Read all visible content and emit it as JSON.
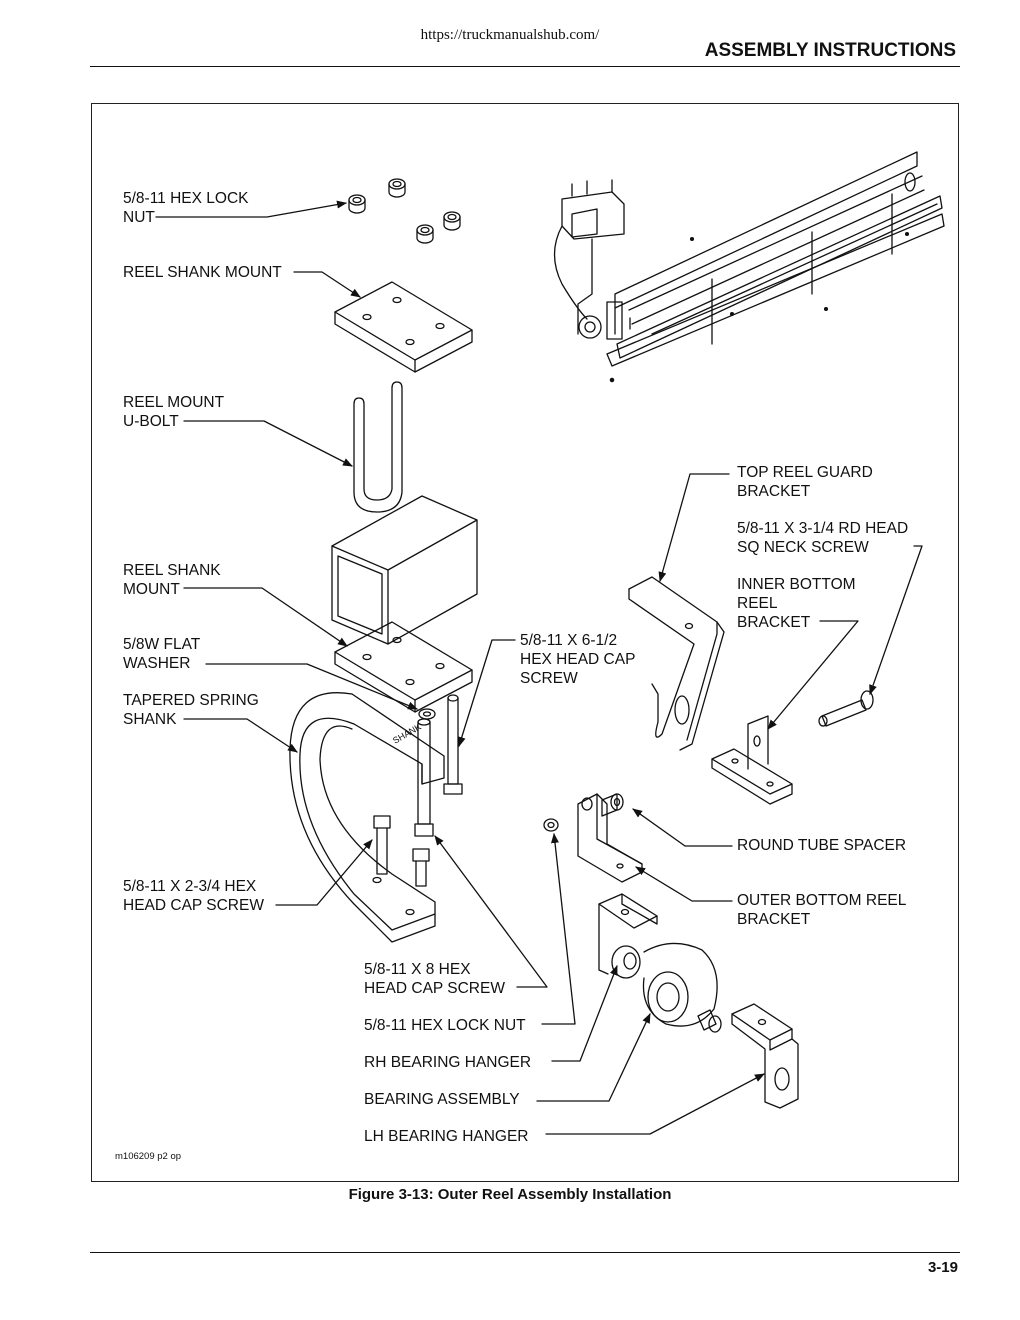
{
  "header": {
    "url": "https://truckmanualshub.com/",
    "section_title": "ASSEMBLY INSTRUCTIONS"
  },
  "figure": {
    "labels": {
      "hex_lock_nut_top": "5/8-11 HEX LOCK\nNUT",
      "reel_shank_mount_top": "REEL SHANK MOUNT",
      "reel_mount_ubolt": "REEL MOUNT\nU-BOLT",
      "reel_shank_mount_lower": "REEL SHANK\nMOUNT",
      "flat_washer": "5/8W FLAT\nWASHER",
      "tapered_spring_shank": "TAPERED SPRING\nSHANK",
      "cap_screw_2_3_4": "5/8-11 X 2-3/4 HEX\nHEAD CAP SCREW",
      "cap_screw_8": "5/8-11 X 8 HEX\nHEAD CAP SCREW",
      "hex_lock_nut_bottom": "5/8-11 HEX LOCK NUT",
      "rh_bearing_hanger": "RH BEARING HANGER",
      "bearing_assembly": "BEARING ASSEMBLY",
      "lh_bearing_hanger": "LH BEARING HANGER",
      "cap_screw_6_1_2": "5/8-11 X 6-1/2\nHEX HEAD CAP\nSCREW",
      "top_reel_guard_bracket": "TOP REEL GUARD\nBRACKET",
      "rd_head_sq_neck_screw": "5/8-11 X 3-1/4 RD HEAD\nSQ NECK SCREW",
      "inner_bottom_reel_bracket": "INNER BOTTOM\nREEL\nBRACKET",
      "round_tube_spacer": "ROUND TUBE SPACER",
      "outer_bottom_reel_bracket": "OUTER BOTTOM REEL\nBRACKET"
    },
    "drawing_code": "m106209 p2 op",
    "caption": "Figure 3-13:  Outer Reel Assembly Installation"
  },
  "footer": {
    "page_number": "3-19"
  }
}
